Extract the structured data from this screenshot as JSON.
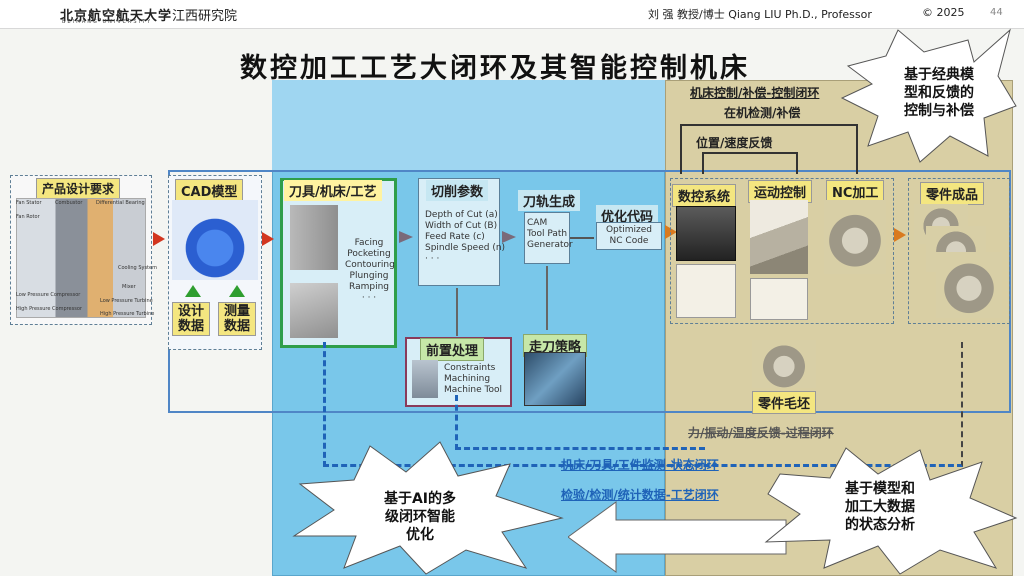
{
  "header": {
    "logo_text": "北京航空航天大学",
    "logo_sub": "BEIHANG UNIVERSITY",
    "institute": "江西研究院",
    "author": "刘 强 教授/博士  Qiang LIU  Ph.D., Professor",
    "copyright": "© 2025",
    "page_number": "44"
  },
  "title": "数控加工工艺大闭环及其智能控制机床",
  "left": {
    "product_label": "产品设计要求",
    "engine_labels": [
      "Fan Stator",
      "Fan Rotor",
      "Combustor",
      "Differential Bearing",
      "Cooling System",
      "Mixer",
      "Low Pressure Compressor",
      "High Pressure Compressor",
      "Low Pressure Turbine",
      "High Pressure Turbine"
    ],
    "cad_label": "CAD模型",
    "design_data": "设计\n数据",
    "measure_data": "测量\n数据"
  },
  "blue": {
    "tool_label": "刀具/机床/工艺",
    "process_list": [
      "Facing",
      "Pocketing",
      "Contouring",
      "Plunging",
      "Ramping",
      "· · ·"
    ],
    "cut_label": "切削参数",
    "cut_params": [
      "Depth of Cut (a)",
      "Width of Cut (B)",
      "Feed Rate (c)",
      "Spindle Speed (n)",
      "· · ·"
    ],
    "toolpath_label": "刀轨生成",
    "toolpath_text": [
      "CAM",
      "Tool Path",
      "Generator"
    ],
    "optimize_label": "优化代码",
    "optimize_text": [
      "Optimized",
      "NC Code"
    ],
    "pre_label": "前置处理",
    "pre_items": [
      "Constraints",
      "Machining",
      "Machine Tool"
    ],
    "strategy_label": "走刀策略"
  },
  "tan": {
    "loop_title": "机床控制/补偿-控制闭环",
    "inmachine": "在机检测/补偿",
    "feedback": "位置/速度反馈",
    "nc_system": "数控系统",
    "motion_control": "运动控制",
    "nc_machining": "NC加工",
    "finished": "零件成品",
    "blank": "零件毛坯",
    "force_loop": "力/振动/温度反馈-过程闭环"
  },
  "bottom": {
    "state_loop": "机床/刀具/工件监测-状态闭环",
    "process_loop": "检验/检测/统计数据-工艺闭环"
  },
  "callouts": {
    "classic": "基于经典模\n型和反馈的\n控制与补偿",
    "ai": "基于AI的多\n级闭环智能\n优化",
    "model": "基于模型和\n加工大数据\n的状态分析"
  },
  "colors": {
    "blue_zone": "#79c7ea",
    "tan_zone": "#d9cfa4",
    "arrow_red": "#d2361f",
    "label_yellow": "#f4e680",
    "label_green": "#c6e7a8",
    "link_blue": "#1f63b8"
  }
}
